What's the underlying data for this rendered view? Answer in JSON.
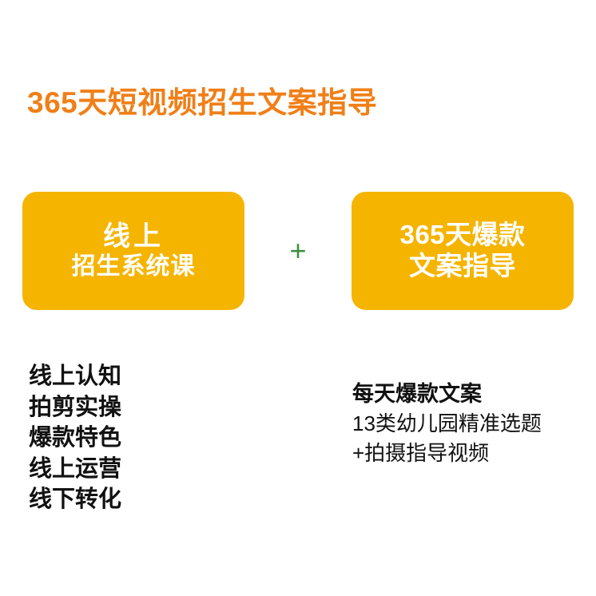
{
  "headline": "365天短视频招生文案指导",
  "cards": {
    "left": {
      "line1": "线上",
      "line2": "招生系统课"
    },
    "separator": "+",
    "right": {
      "line1": "365天爆款",
      "line2": "文案指导"
    }
  },
  "left_list": [
    "线上认知",
    "拍剪实操",
    "爆款特色",
    "线上运营",
    "线下转化"
  ],
  "right_list": [
    "每天爆款文案",
    "13类幼儿园精准选题",
    "+拍摄指导视频"
  ],
  "colors": {
    "headline": "#F07F18",
    "card": "#F5B400",
    "card_text": "#FFFFFF",
    "plus": "#3F8F3F",
    "body_text": "#111111",
    "background": "#FFFFFF"
  }
}
